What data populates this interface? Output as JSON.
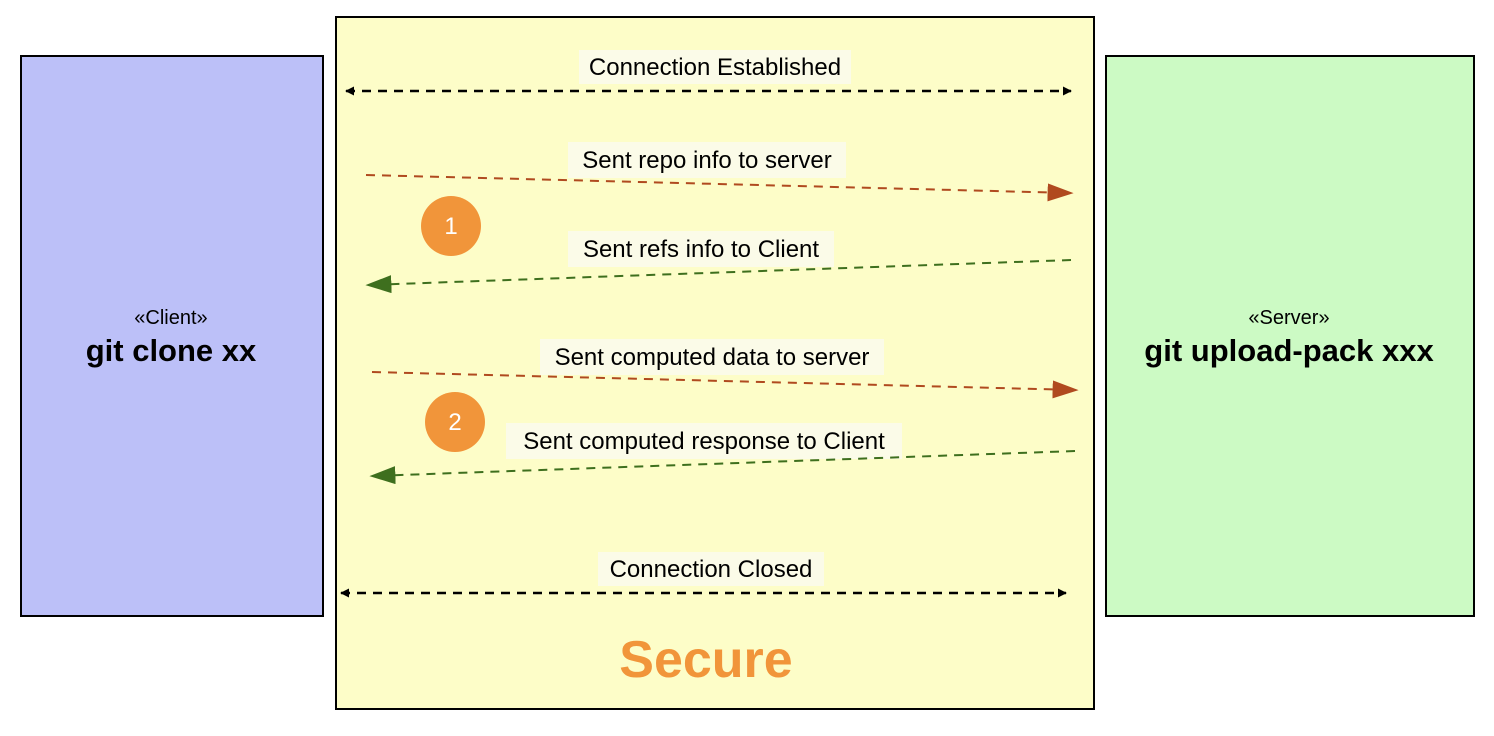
{
  "client": {
    "stereotype": "«Client»",
    "title": "git clone xx",
    "fill": "#bcc0f8"
  },
  "server": {
    "stereotype": "«Server»",
    "title": "git upload-pack xxx",
    "fill": "#ccfac4"
  },
  "zone": {
    "label": "Secure",
    "fill": "#fdfdc8",
    "label_color": "#f1953a"
  },
  "messages": [
    {
      "id": "connection-established",
      "label": "Connection Established",
      "direction": "both",
      "color": "#000000"
    },
    {
      "id": "repo-info",
      "label": "Sent repo info to server",
      "direction": "to-server",
      "color": "#b04a1f"
    },
    {
      "id": "refs-info",
      "label": "Sent refs info to Client",
      "direction": "to-client",
      "color": "#3e6f1e"
    },
    {
      "id": "computed-data",
      "label": "Sent computed data to server",
      "direction": "to-server",
      "color": "#b04a1f"
    },
    {
      "id": "computed-response",
      "label": "Sent computed response to Client",
      "direction": "to-client",
      "color": "#3e6f1e"
    },
    {
      "id": "connection-closed",
      "label": "Connection Closed",
      "direction": "both",
      "color": "#000000"
    }
  ],
  "markers": [
    {
      "label": "1",
      "color": "#f1953a"
    },
    {
      "label": "2",
      "color": "#f1953a"
    }
  ]
}
